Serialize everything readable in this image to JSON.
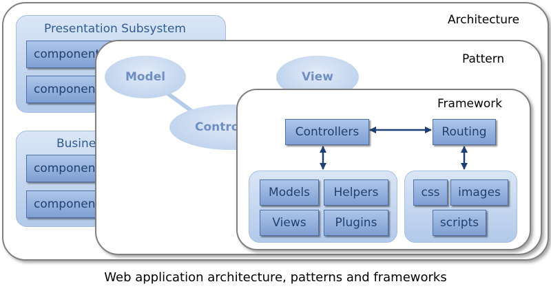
{
  "panels": {
    "architecture": "Architecture",
    "pattern": "Pattern",
    "framework": "Framework"
  },
  "architecture": {
    "presentation_title": "Presentation Subsystem",
    "business_title": "Business",
    "component_label": "component"
  },
  "pattern": {
    "model": "Model",
    "view": "View",
    "controller": "Controller"
  },
  "framework": {
    "controllers": "Controllers",
    "routing": "Routing",
    "models": "Models",
    "helpers": "Helpers",
    "views": "Views",
    "plugins": "Plugins",
    "css": "css",
    "images": "images",
    "scripts": "scripts"
  },
  "caption": "Web application architecture, patterns and frameworks"
}
